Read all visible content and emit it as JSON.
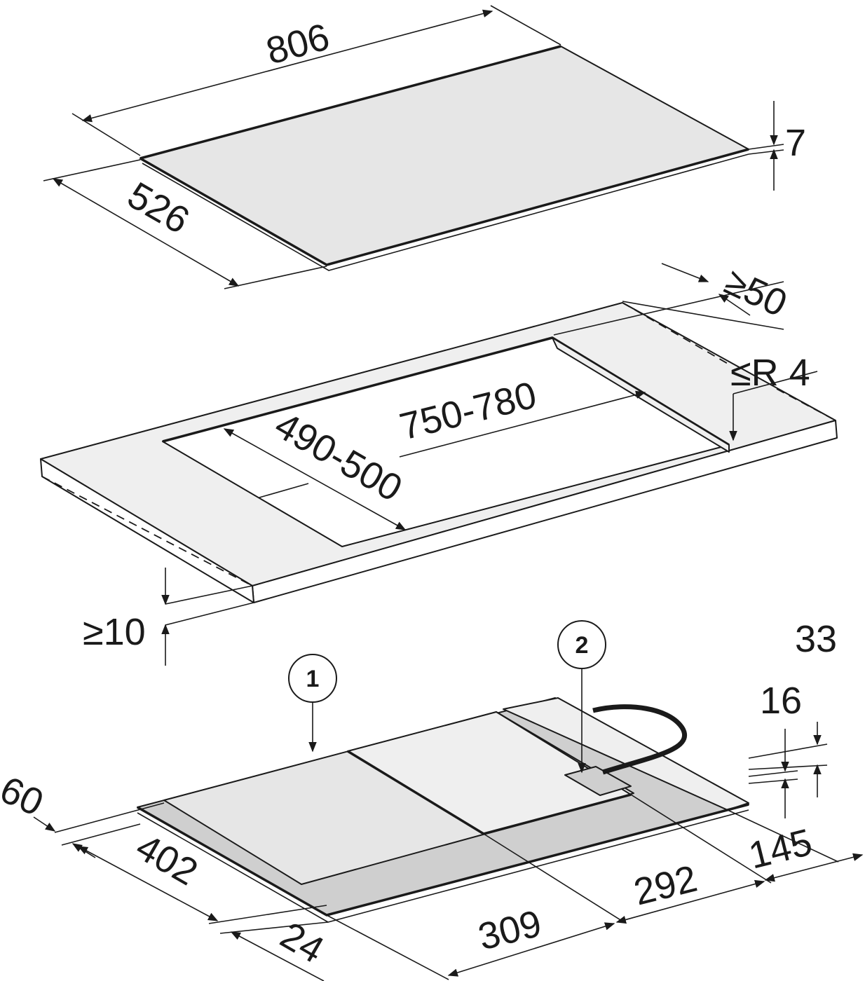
{
  "hob_glass": {
    "width": "806",
    "depth": "526",
    "thickness": "7"
  },
  "cutout": {
    "min_rear_distance": "≥50",
    "corner_radius": "≤R 4",
    "width": "750-780",
    "depth": "490-500",
    "min_front_distance": "≥10"
  },
  "hob_body": {
    "callouts": [
      "1",
      "2"
    ],
    "height_total": "33",
    "height_body": "16",
    "rear_offset": "60",
    "depth_body": "402",
    "front_offset": "24",
    "width_left": "309",
    "width_mid": "292",
    "width_right": "145"
  },
  "colors": {
    "line": "#1a1a1a",
    "surface": "#e6e6e6"
  }
}
